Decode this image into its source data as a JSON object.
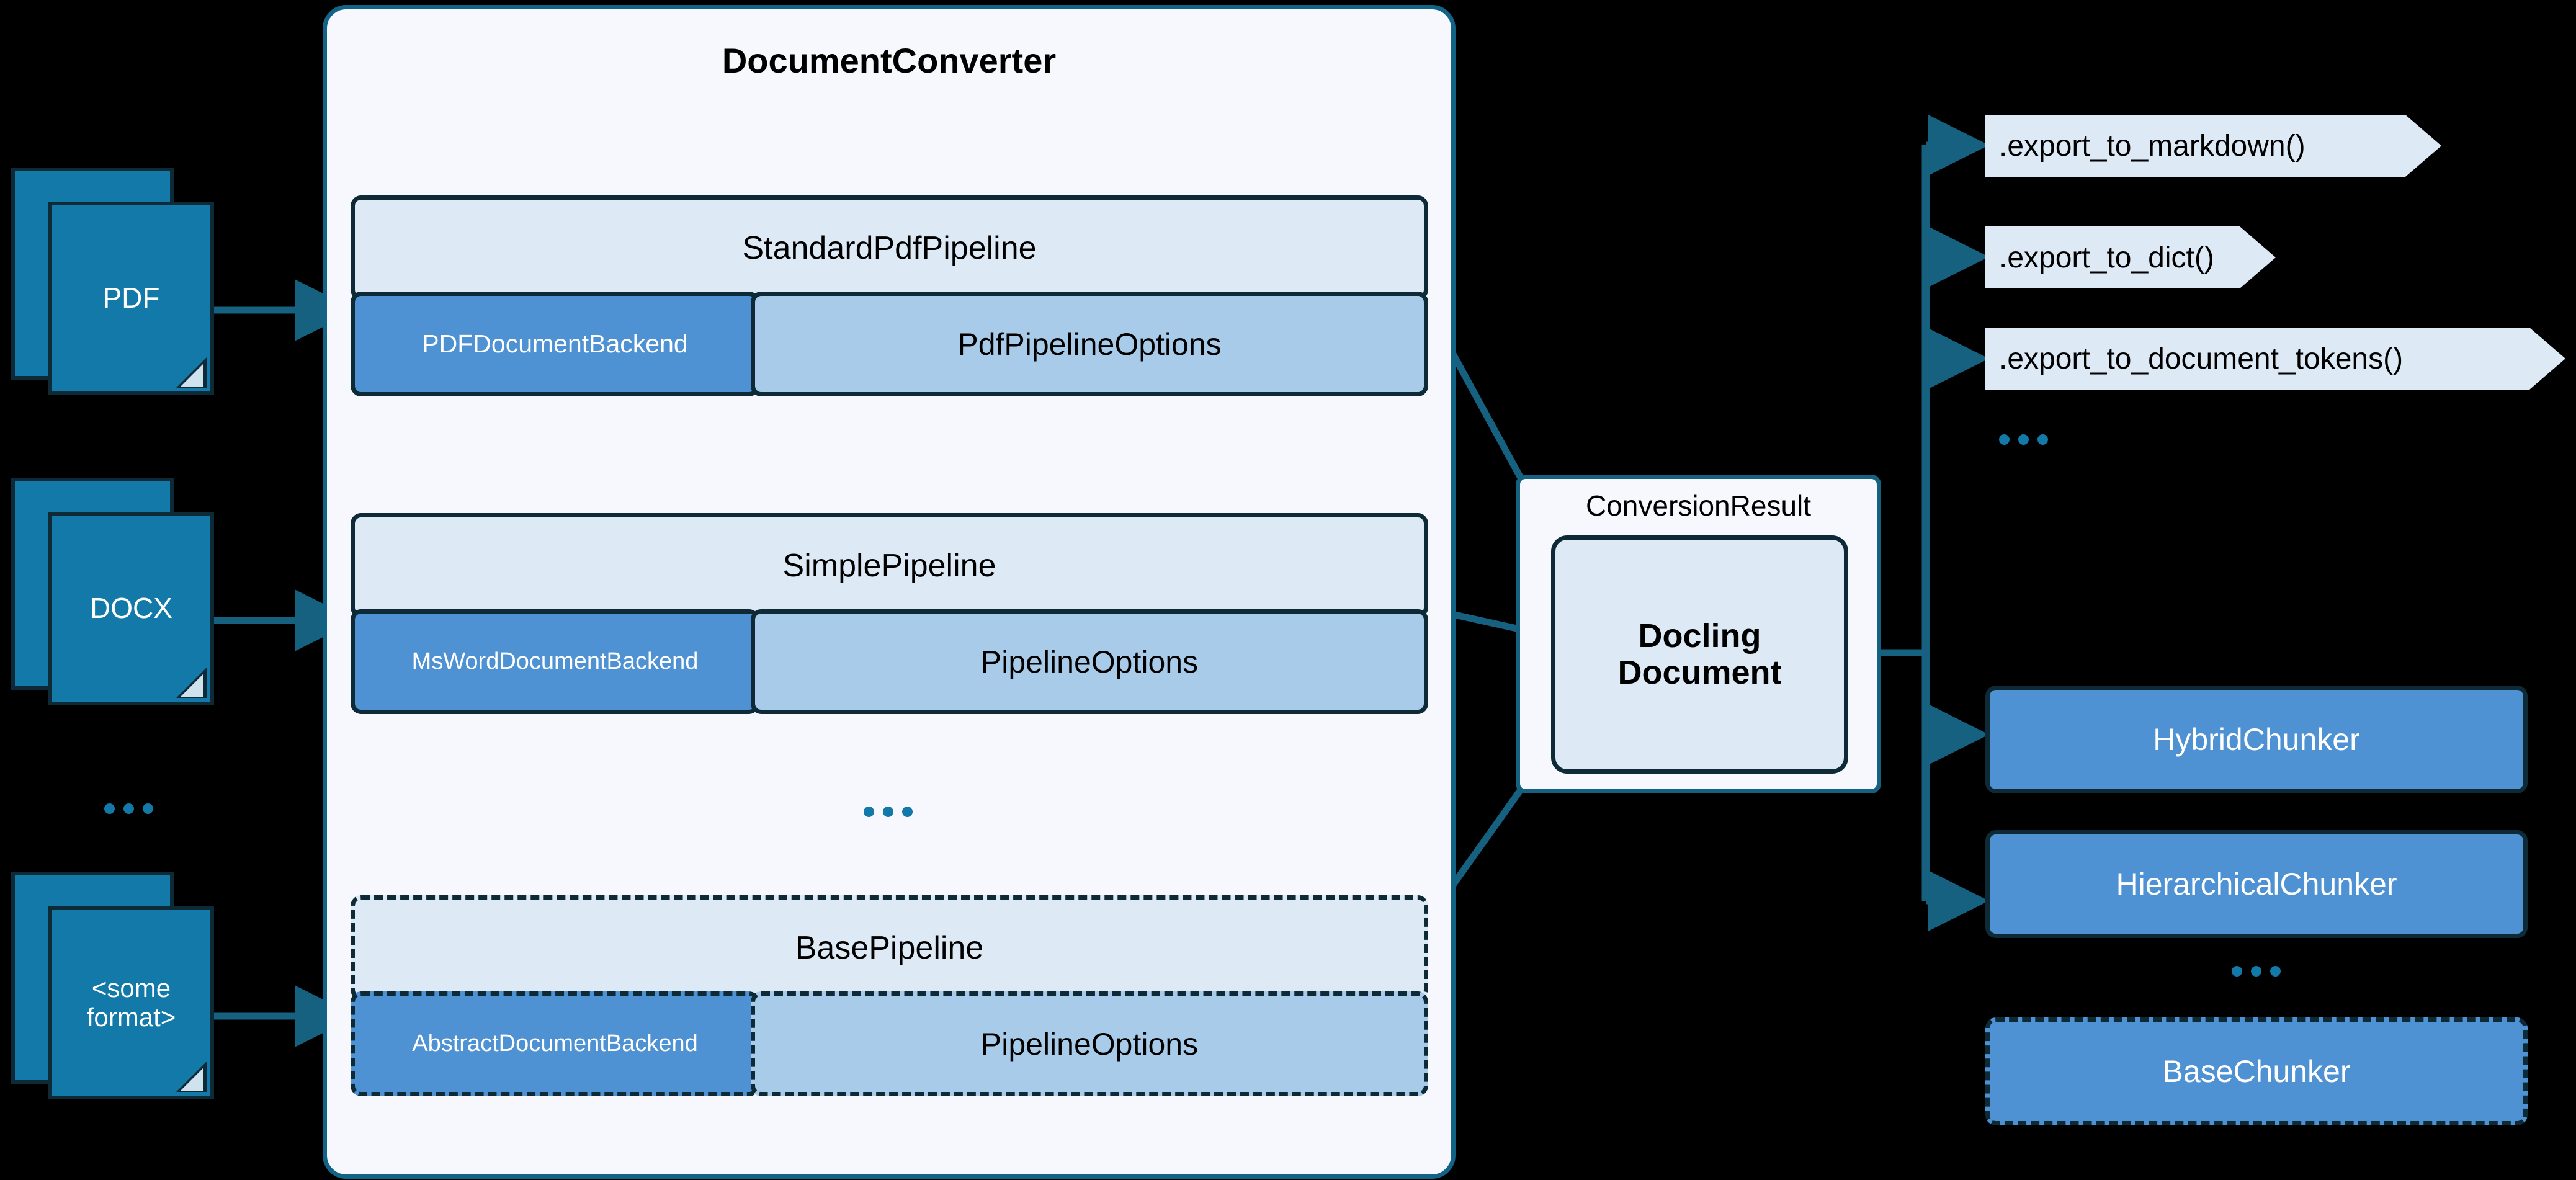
{
  "diagram": {
    "title": "Docling DocumentConverter architecture",
    "colors": {
      "background": "#000000",
      "doc_icon_fill": "#1279a8",
      "doc_icon_stroke": "#0d2a36",
      "container_fill": "#f6f8fd",
      "container_stroke": "#126487",
      "pipeline_fill": "#dde9f4",
      "backend_fill": "#4e92d4",
      "options_fill": "#a7cbe9",
      "box_stroke": "#0d2a36",
      "connector": "#16617f",
      "ellipsis_dot": "#1279a8",
      "export_fill": "#dde9f4",
      "chunker_fill": "#4e92d4"
    }
  },
  "inputs": {
    "items": [
      {
        "label": "PDF"
      },
      {
        "label": "DOCX"
      },
      {
        "label": "<some\nformat>"
      }
    ],
    "ellipsis": "..."
  },
  "converter": {
    "title": "DocumentConverter",
    "ellipsis": "...",
    "pipelines": [
      {
        "name": "StandardPdfPipeline",
        "dashed": false,
        "backend": "PDFDocumentBackend",
        "options": "PdfPipelineOptions"
      },
      {
        "name": "SimplePipeline",
        "dashed": false,
        "backend": "MsWordDocumentBackend",
        "options": "PipelineOptions"
      },
      {
        "name": "BasePipeline",
        "dashed": true,
        "backend": "AbstractDocumentBackend",
        "options": "PipelineOptions"
      }
    ]
  },
  "result": {
    "label": "ConversionResult",
    "document": "Docling\nDocument",
    "document_line1": "Docling",
    "document_line2": "Document"
  },
  "exports": {
    "items": [
      {
        "label": ".export_to_markdown()"
      },
      {
        "label": ".export_to_dict()"
      },
      {
        "label": ".export_to_document_tokens()"
      }
    ],
    "ellipsis": "..."
  },
  "chunkers": {
    "items": [
      {
        "label": "HybridChunker",
        "dashed": false
      },
      {
        "label": "HierarchicalChunker",
        "dashed": false
      },
      {
        "label": "BaseChunker",
        "dashed": true
      }
    ],
    "ellipsis": "..."
  }
}
